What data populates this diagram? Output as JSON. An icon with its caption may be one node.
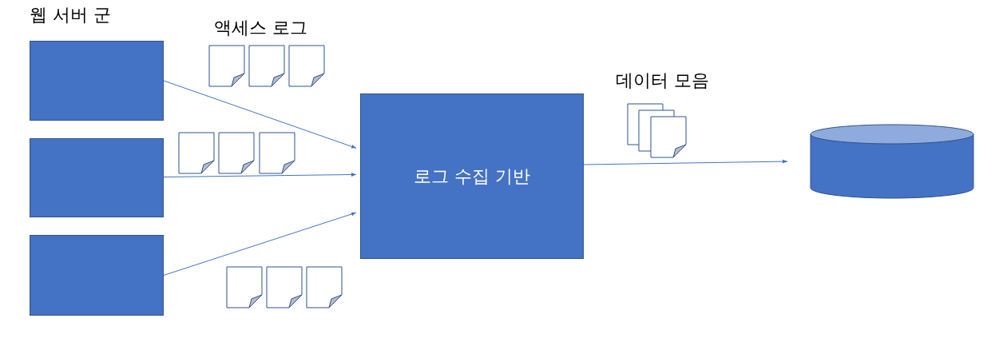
{
  "diagram": {
    "nodes": [
      {
        "text": [],
        "shape": "box"
      },
      {
        "text": [],
        "shape": "box"
      },
      {
        "text": [],
        "shape": "box"
      },
      {
        "text": [
          "로그 수집 기반"
        ]
      },
      {
        "text": [],
        "shape": "cylinder"
      }
    ],
    "edges": [
      {
        "from": 0,
        "to": 3,
        "arrow": "to"
      },
      {
        "from": 1,
        "to": 3,
        "arrow": "to"
      },
      {
        "from": 2,
        "to": 3,
        "arrow": "to"
      },
      {
        "from": 3,
        "to": 4,
        "arrow": "to"
      }
    ],
    "labels": [
      "웹 서버 군",
      "액세스 로그",
      "데이터 모음"
    ]
  }
}
